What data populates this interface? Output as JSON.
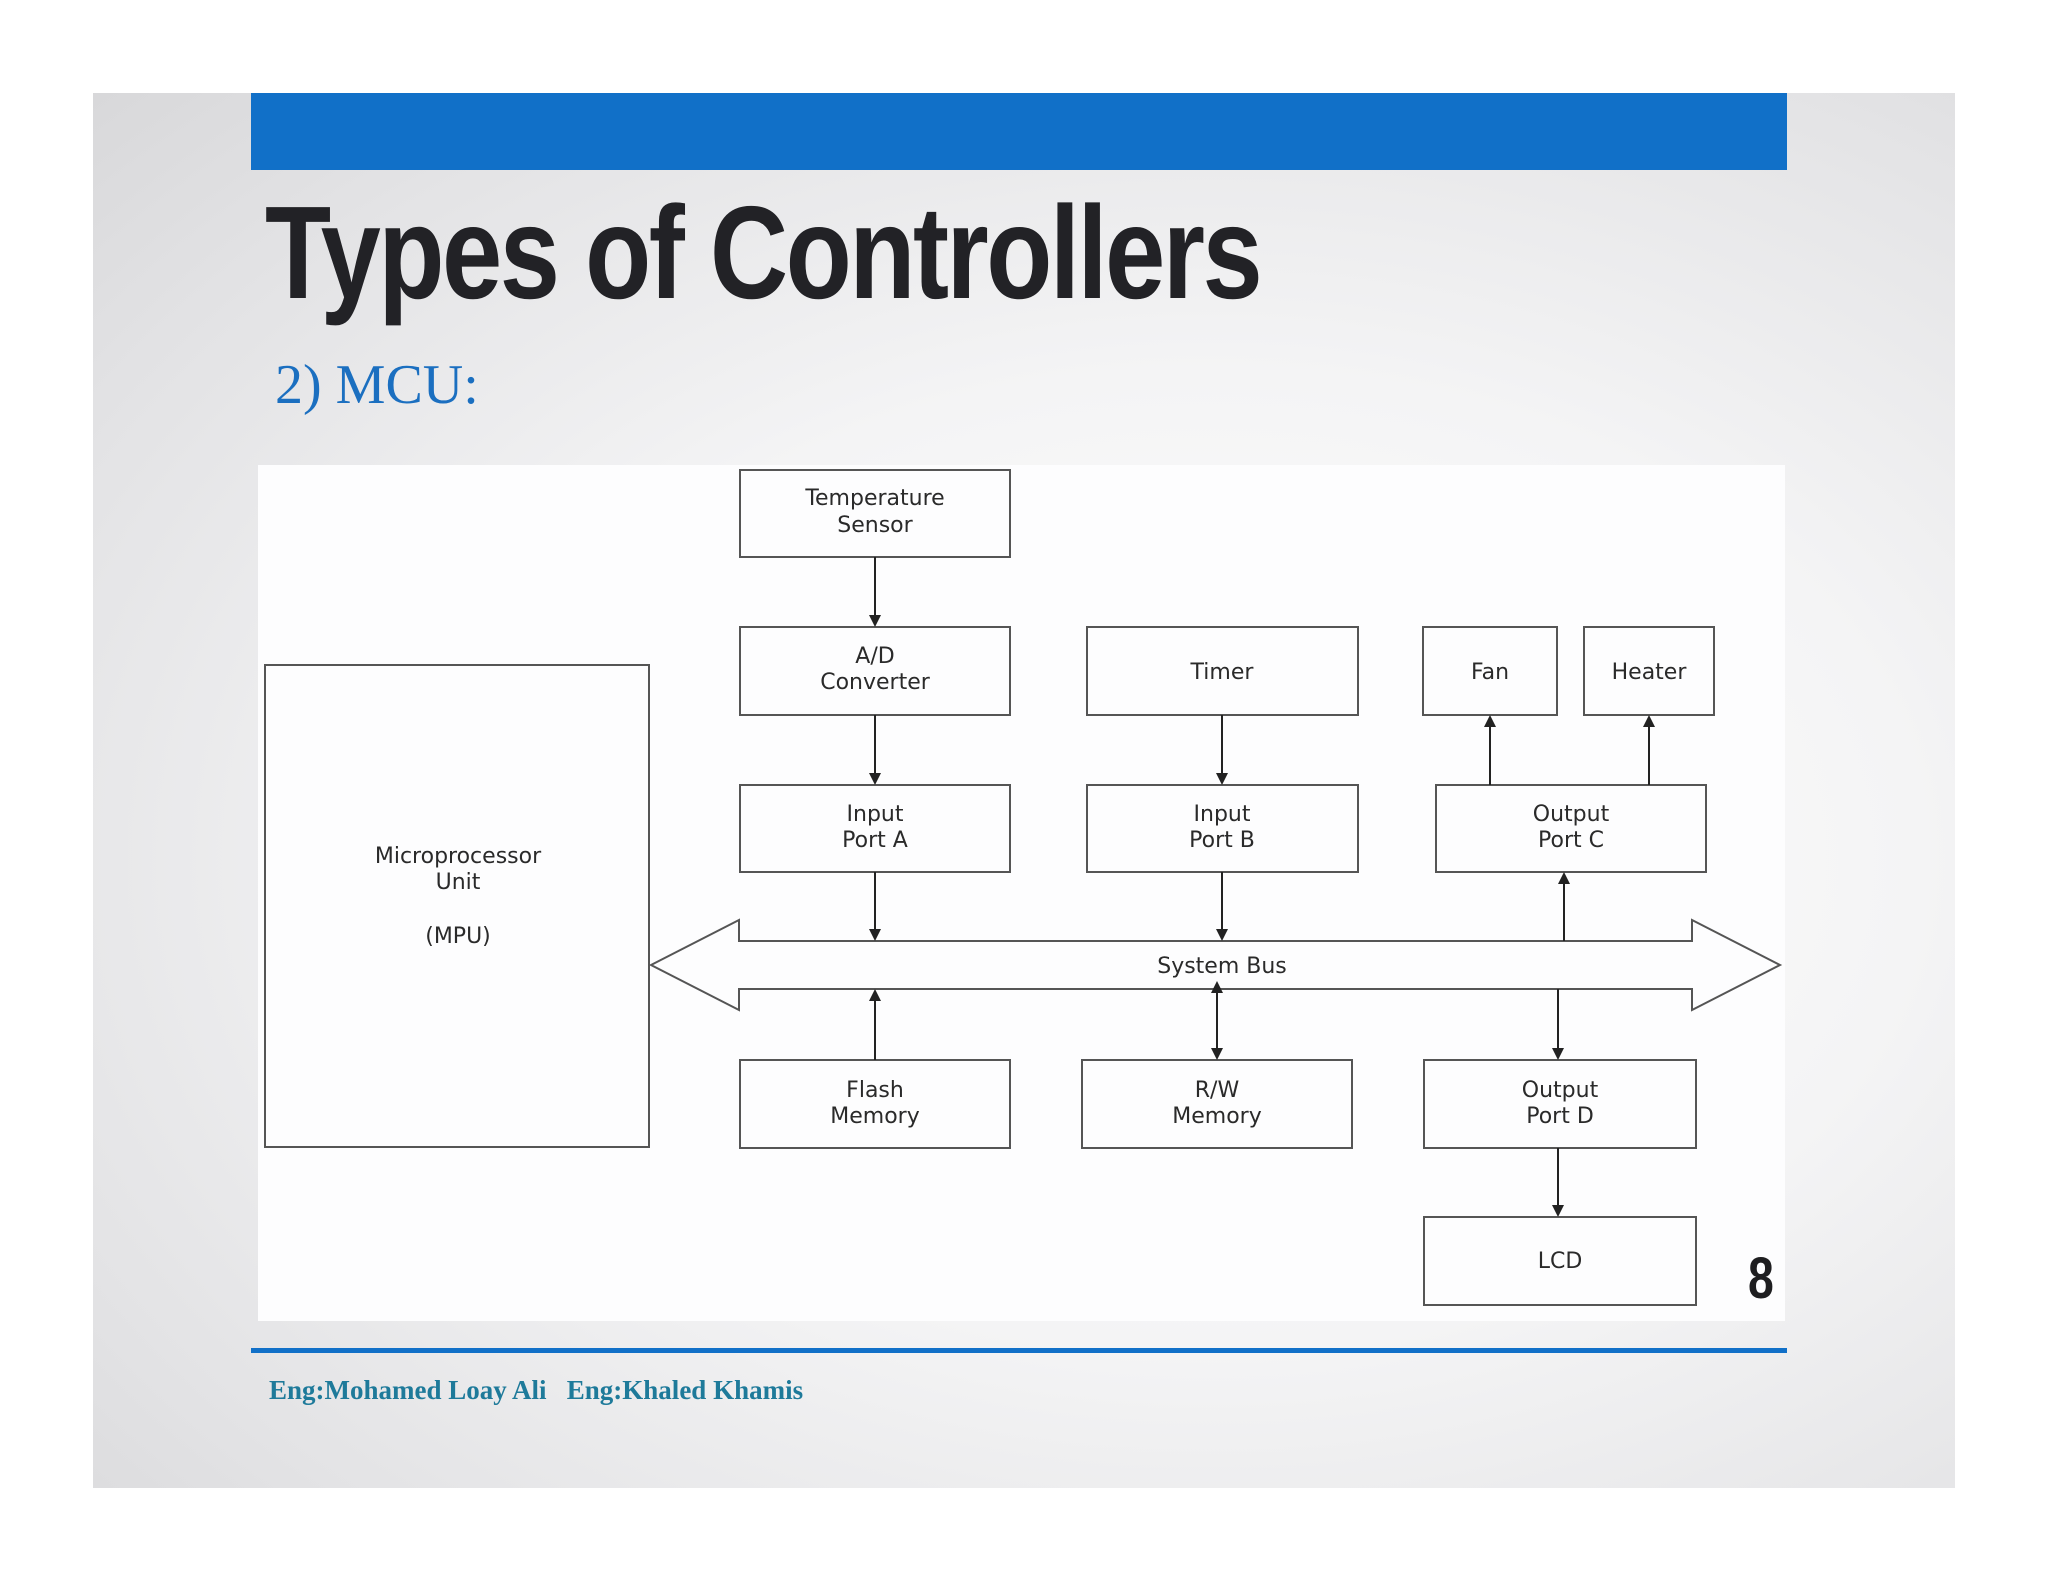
{
  "slide": {
    "title": "Types of Controllers",
    "subtitle": "2) MCU:",
    "page_number": "8",
    "footer": "Eng:Mohamed Loay Ali   Eng:Khaled Khamis",
    "colors": {
      "accent_bar": "#1170c8",
      "subtitle": "#1b6fc0",
      "footer_text": "#1e7a9a"
    }
  },
  "diagram": {
    "mpu": {
      "line1": "Microprocessor",
      "line2": "Unit",
      "line3": "(MPU)"
    },
    "temperature_sensor": {
      "line1": "Temperature",
      "line2": "Sensor"
    },
    "ad_converter": {
      "line1": "A/D",
      "line2": "Converter"
    },
    "timer": "Timer",
    "fan": "Fan",
    "heater": "Heater",
    "input_port_a": {
      "line1": "Input",
      "line2": "Port A"
    },
    "input_port_b": {
      "line1": "Input",
      "line2": "Port B"
    },
    "output_port_c": {
      "line1": "Output",
      "line2": "Port C"
    },
    "system_bus": "System Bus",
    "flash_memory": {
      "line1": "Flash",
      "line2": "Memory"
    },
    "rw_memory": {
      "line1": "R/W",
      "line2": "Memory"
    },
    "output_port_d": {
      "line1": "Output",
      "line2": "Port D"
    },
    "lcd": "LCD"
  }
}
